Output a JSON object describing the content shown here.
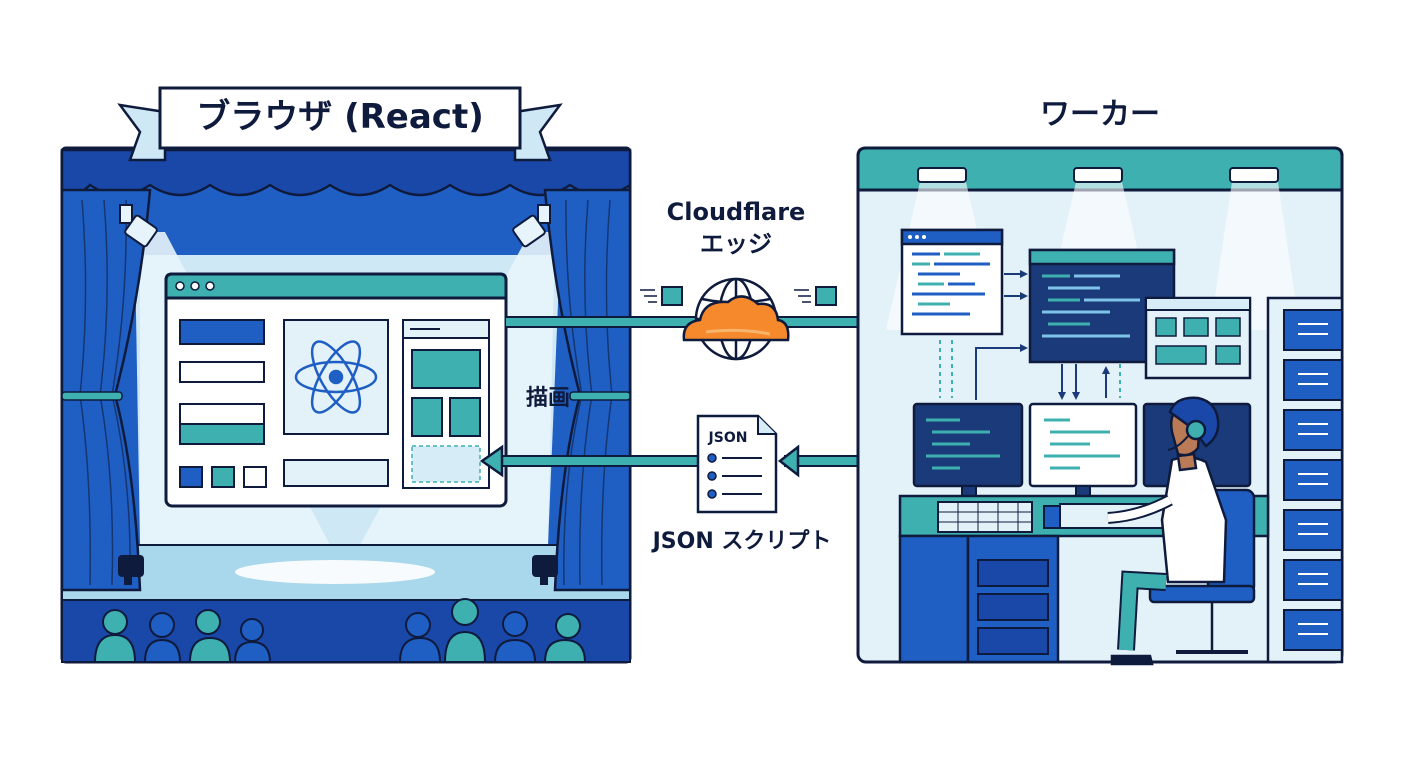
{
  "browser": {
    "title": "ブラウザ (React)"
  },
  "worker": {
    "title": "ワーカー"
  },
  "edge": {
    "label_line1": "Cloudflare",
    "label_line2": "エッジ"
  },
  "render_label": "描画",
  "json_doc": {
    "badge": "JSON",
    "caption": "JSON スクリプト"
  },
  "colors": {
    "navy": "#0f1b3d",
    "blue": "#1f5fc4",
    "deep_blue": "#1a48a8",
    "teal": "#3fb0b0",
    "light_blue": "#d6ecf7",
    "cloud_orange": "#f5892b"
  },
  "icons": [
    "react-logo-icon",
    "globe-icon",
    "cloud-icon",
    "document-icon",
    "spotlight-icon",
    "ceiling-lamp-icon"
  ]
}
